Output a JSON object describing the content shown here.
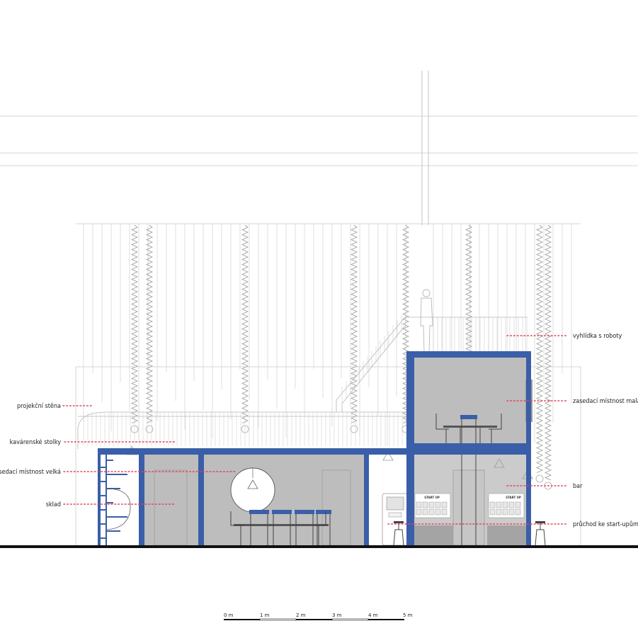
{
  "labels": {
    "left": [
      "projekční stěna",
      "kavárenské stolky",
      "zasedací místnost velká",
      "sklad"
    ],
    "right": [
      "vyhlídka s roboty",
      "zasedací místnost malá",
      "bar",
      "průchod ke start-upům"
    ]
  },
  "signage": [
    "START UP",
    "START UP"
  ],
  "scale_bar": {
    "ticks": [
      "0 m",
      "1 m",
      "2 m",
      "3 m",
      "4 m",
      "5 m"
    ]
  },
  "colors": {
    "structure": "#3a5ea8",
    "leader": "#e0455e",
    "room_fill": "#bdbdbd",
    "room_fill_light": "#cbcbcb",
    "ground": "#111111"
  },
  "icons": [
    "pendant-lamp-icon",
    "person-silhouette-icon",
    "robot-spring-icon",
    "chair-icon",
    "stool-icon"
  ]
}
